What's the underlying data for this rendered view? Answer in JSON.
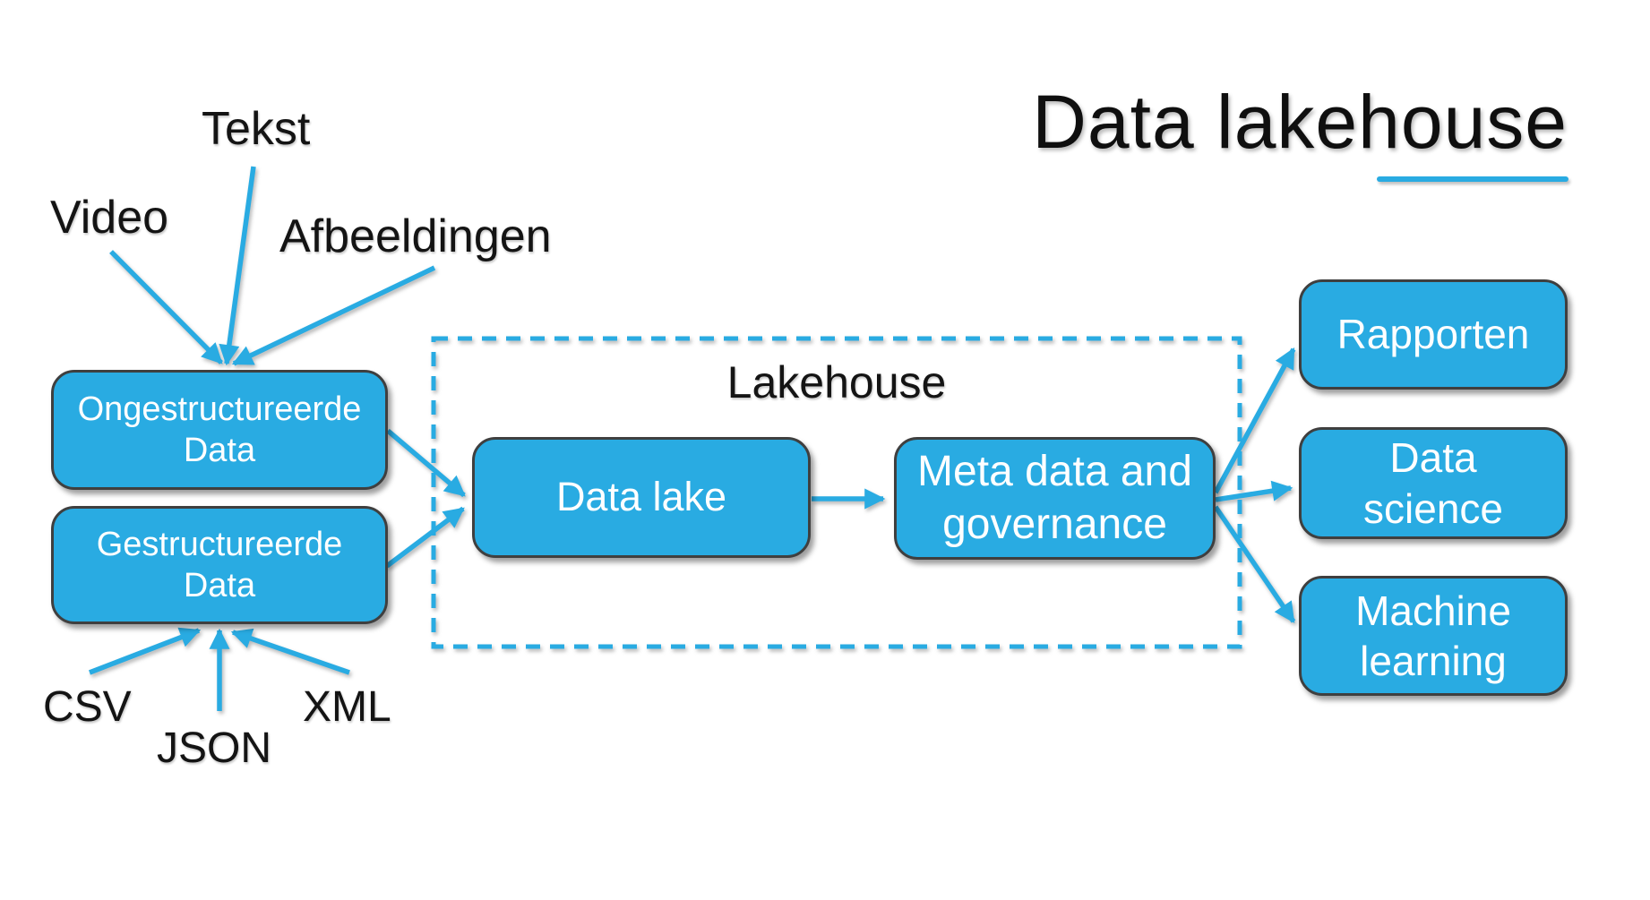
{
  "title": {
    "text": "Data lakehouse"
  },
  "group": {
    "label": "Lakehouse"
  },
  "unstructured_sources": {
    "tekst": "Tekst",
    "video": "Video",
    "afbeeldingen": "Afbeeldingen"
  },
  "structured_sources": {
    "csv": "CSV",
    "json": "JSON",
    "xml": "XML"
  },
  "boxes": {
    "ongestructureerde": {
      "lines": [
        "Ongestructureerde",
        "Data"
      ]
    },
    "gestructureerde": {
      "lines": [
        "Gestructureerde",
        "Data"
      ]
    },
    "data_lake": {
      "lines": [
        "Data lake"
      ]
    },
    "meta_governance": {
      "lines": [
        "Meta data and",
        "governance"
      ]
    },
    "rapporten": {
      "lines": [
        "Rapporten"
      ]
    },
    "data_science": {
      "lines": [
        "Data",
        "science"
      ]
    },
    "machine_learning": {
      "lines": [
        "Machine",
        "learning"
      ]
    }
  },
  "colors": {
    "accent_blue": "#29ABE2",
    "box_fill": "#29ABE2",
    "box_border": "#3F3F3F",
    "box_text": "#FFFFFF",
    "label_text": "#141414",
    "background": "#FFFFFF"
  }
}
